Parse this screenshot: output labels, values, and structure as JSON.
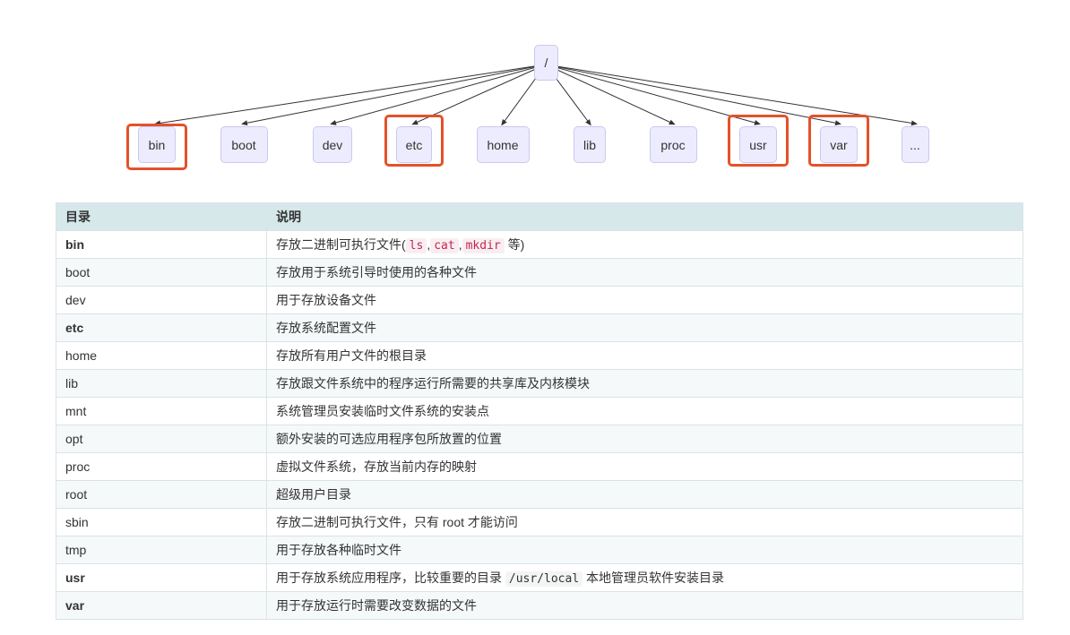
{
  "tree": {
    "root": "/",
    "children": [
      {
        "label": "bin",
        "highlighted": true
      },
      {
        "label": "boot",
        "highlighted": false
      },
      {
        "label": "dev",
        "highlighted": false
      },
      {
        "label": "etc",
        "highlighted": true
      },
      {
        "label": "home",
        "highlighted": false
      },
      {
        "label": "lib",
        "highlighted": false
      },
      {
        "label": "proc",
        "highlighted": false
      },
      {
        "label": "usr",
        "highlighted": true
      },
      {
        "label": "var",
        "highlighted": true
      },
      {
        "label": "...",
        "highlighted": false
      }
    ]
  },
  "colors": {
    "node_fill": "#ececfe",
    "node_border": "#c9c9ef",
    "highlight": "#e4512a",
    "header_bg": "#d6e8ea",
    "code_red": "#c7254e"
  },
  "table": {
    "headers": [
      "目录",
      "说明"
    ],
    "rows": [
      {
        "dir": "bin",
        "bold": true,
        "desc": [
          {
            "text": "存放二进制可执行文件("
          },
          {
            "code": "ls",
            "red": true
          },
          {
            "text": ","
          },
          {
            "code": "cat",
            "red": true
          },
          {
            "text": ","
          },
          {
            "code": "mkdir",
            "red": true
          },
          {
            "text": " 等)"
          }
        ]
      },
      {
        "dir": "boot",
        "bold": false,
        "desc": [
          {
            "text": "存放用于系统引导时使用的各种文件"
          }
        ]
      },
      {
        "dir": "dev",
        "bold": false,
        "desc": [
          {
            "text": "用于存放设备文件"
          }
        ]
      },
      {
        "dir": "etc",
        "bold": true,
        "desc": [
          {
            "text": "存放系统配置文件"
          }
        ]
      },
      {
        "dir": "home",
        "bold": false,
        "desc": [
          {
            "text": "存放所有用户文件的根目录"
          }
        ]
      },
      {
        "dir": "lib",
        "bold": false,
        "desc": [
          {
            "text": "存放跟文件系统中的程序运行所需要的共享库及内核模块"
          }
        ]
      },
      {
        "dir": "mnt",
        "bold": false,
        "desc": [
          {
            "text": "系统管理员安装临时文件系统的安装点"
          }
        ]
      },
      {
        "dir": "opt",
        "bold": false,
        "desc": [
          {
            "text": "额外安装的可选应用程序包所放置的位置"
          }
        ]
      },
      {
        "dir": "proc",
        "bold": false,
        "desc": [
          {
            "text": "虚拟文件系统，存放当前内存的映射"
          }
        ]
      },
      {
        "dir": "root",
        "bold": false,
        "desc": [
          {
            "text": "超级用户目录"
          }
        ]
      },
      {
        "dir": "sbin",
        "bold": false,
        "desc": [
          {
            "text": "存放二进制可执行文件，只有 root 才能访问"
          }
        ]
      },
      {
        "dir": "tmp",
        "bold": false,
        "desc": [
          {
            "text": "用于存放各种临时文件"
          }
        ]
      },
      {
        "dir": "usr",
        "bold": true,
        "desc": [
          {
            "text": "用于存放系统应用程序，比较重要的目录 "
          },
          {
            "code": "/usr/local",
            "red": false
          },
          {
            "text": " 本地管理员软件安装目录"
          }
        ]
      },
      {
        "dir": "var",
        "bold": true,
        "desc": [
          {
            "text": "用于存放运行时需要改变数据的文件"
          }
        ]
      }
    ]
  }
}
